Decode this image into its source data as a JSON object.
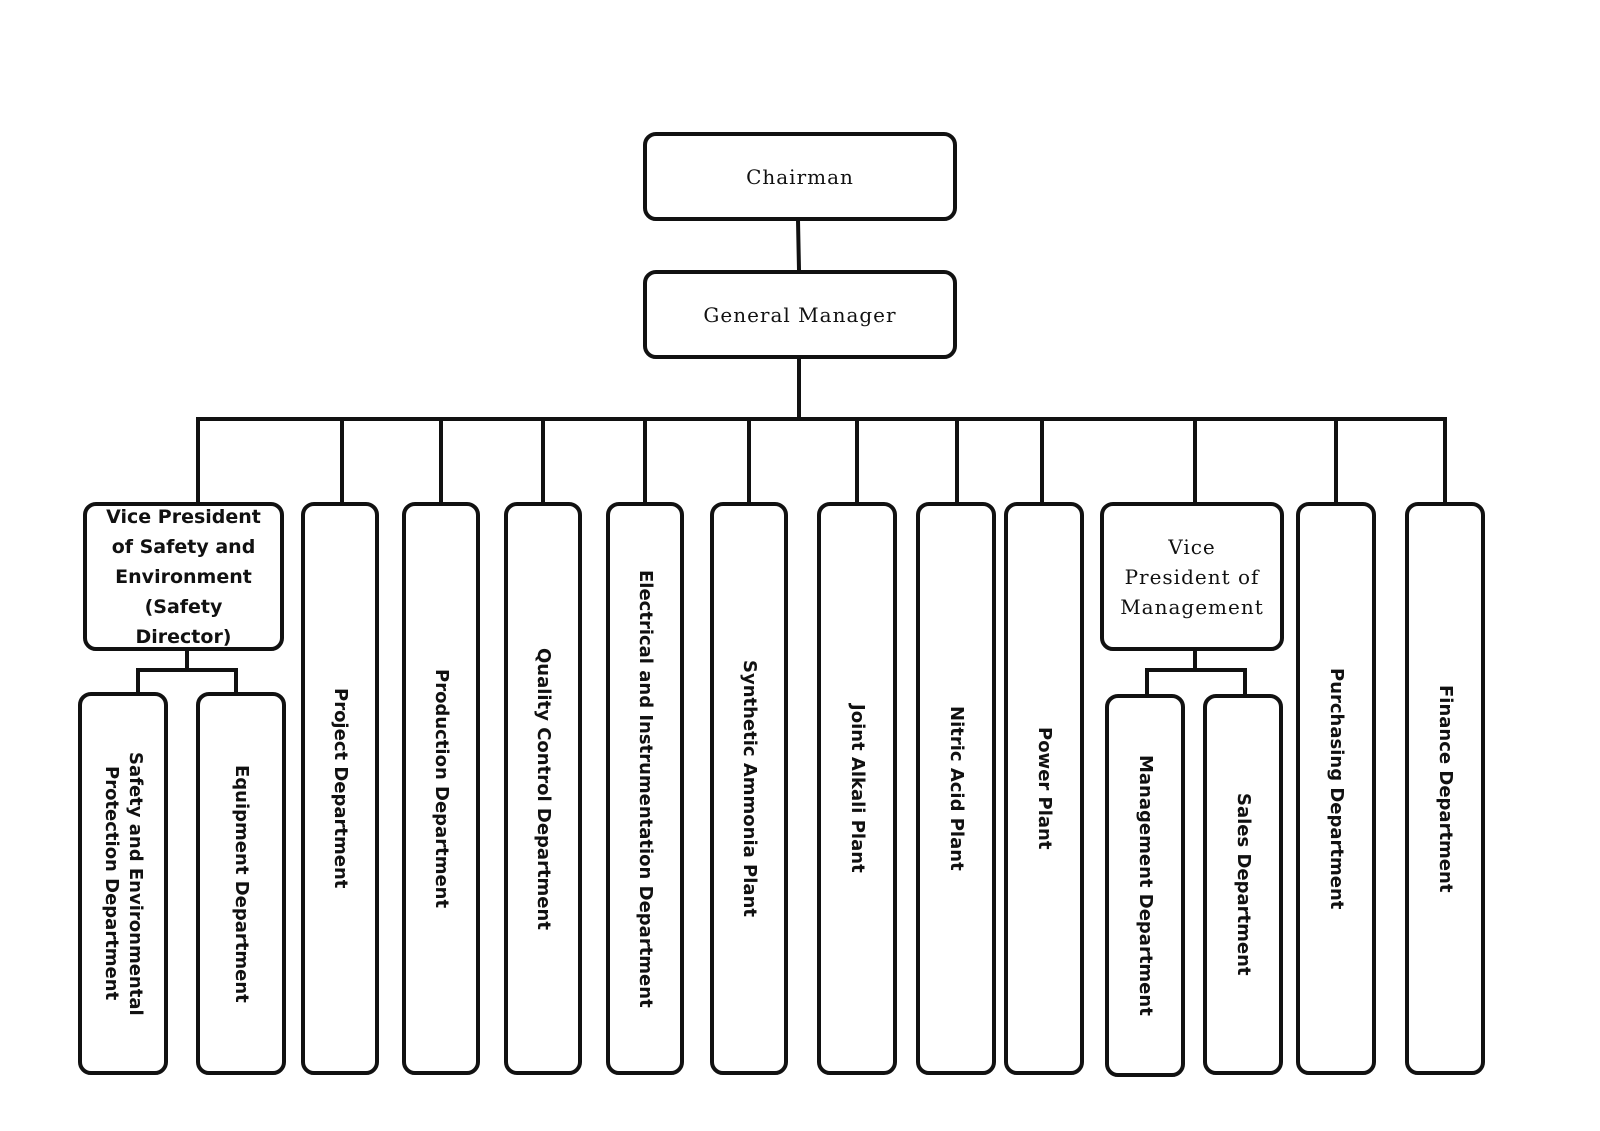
{
  "nodes": {
    "chairman": "Chairman",
    "general_manager": "General Manager",
    "vp_safety": "Vice President of Safety and Environment (Safety Director)",
    "safety_env_protection": "Safety and Environmental Protection Department",
    "equipment": "Equipment Department",
    "project": "Project Department",
    "production": "Production Department",
    "quality_control": "Quality Control Department",
    "electrical_instrumentation": "Electrical and Instrumentation Department",
    "synthetic_ammonia": "Synthetic Ammonia Plant",
    "joint_alkali": "Joint Alkali Plant",
    "nitric_acid": "Nitric Acid Plant",
    "power_plant": "Power Plant",
    "vp_management": "Vice President of Management",
    "management_dept": "Management Department",
    "sales": "Sales Department",
    "purchasing": "Purchasing Department",
    "finance": "Finance Department"
  }
}
